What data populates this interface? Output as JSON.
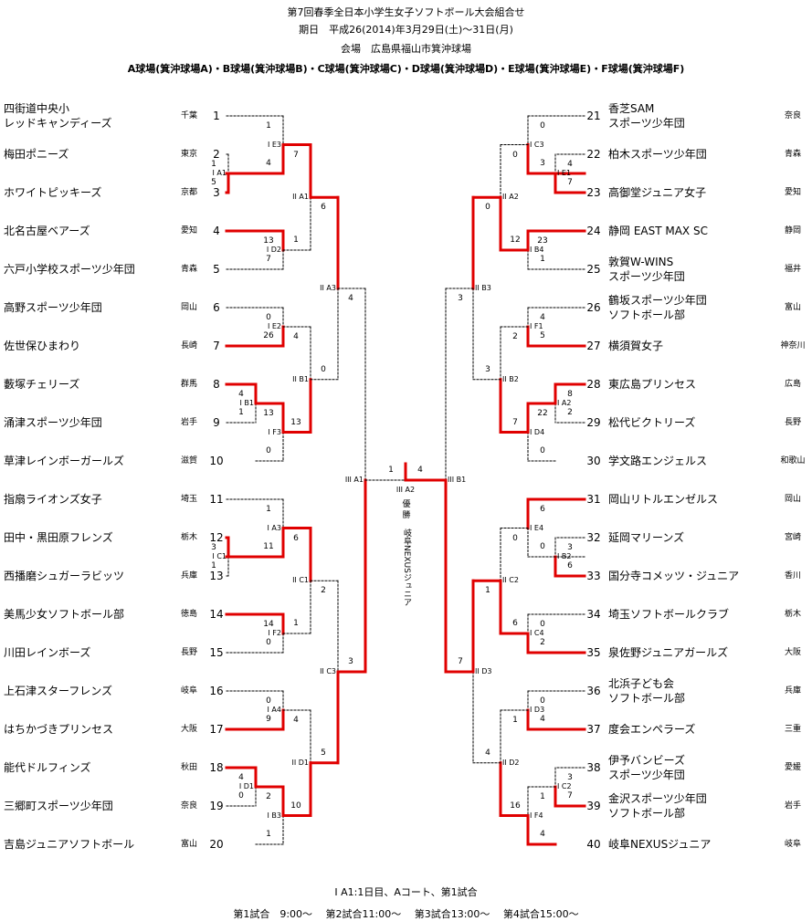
{
  "header": {
    "title": "第7回春季全日本小学生女子ソフトボール大会組合せ",
    "period": "期日　平成26(2014)年3月29日(土)～31日(月)",
    "venue": "会場　広島県福山市箕沖球場",
    "fields": "A球場(箕沖球場A)・B球場(箕沖球場B)・C球場(箕沖球場C)・D球場(箕沖球場D)・E球場(箕沖球場E)・F球場(箕沖球場F)"
  },
  "champion": {
    "label": "優勝",
    "name": "岐阜NEXUSジュニア"
  },
  "teams": [
    {
      "seed": "1",
      "name": "四街道中央小\nレッドキャンディーズ",
      "pref": "千葉"
    },
    {
      "seed": "2",
      "name": "梅田ポニーズ",
      "pref": "東京"
    },
    {
      "seed": "3",
      "name": "ホワイトピッキーズ",
      "pref": "京都"
    },
    {
      "seed": "4",
      "name": "北名古屋ベアーズ",
      "pref": "愛知"
    },
    {
      "seed": "5",
      "name": "六戸小学校スポーツ少年団",
      "pref": "青森"
    },
    {
      "seed": "6",
      "name": "高野スポーツ少年団",
      "pref": "岡山"
    },
    {
      "seed": "7",
      "name": "佐世保ひまわり",
      "pref": "長崎"
    },
    {
      "seed": "8",
      "name": "藪塚チェリーズ",
      "pref": "群馬"
    },
    {
      "seed": "9",
      "name": "涌津スポーツ少年団",
      "pref": "岩手"
    },
    {
      "seed": "10",
      "name": "草津レインボーガールズ",
      "pref": "滋賀"
    },
    {
      "seed": "11",
      "name": "指扇ライオンズ女子",
      "pref": "埼玉"
    },
    {
      "seed": "12",
      "name": "田中・黒田原フレンズ",
      "pref": "栃木"
    },
    {
      "seed": "13",
      "name": "西播磨シュガーラビッツ",
      "pref": "兵庫"
    },
    {
      "seed": "14",
      "name": "美馬少女ソフトボール部",
      "pref": "徳島"
    },
    {
      "seed": "15",
      "name": "川田レインボーズ",
      "pref": "長野"
    },
    {
      "seed": "16",
      "name": "上石津スターフレンズ",
      "pref": "岐阜"
    },
    {
      "seed": "17",
      "name": "はちかづきプリンセス",
      "pref": "大阪"
    },
    {
      "seed": "18",
      "name": "能代ドルフィンズ",
      "pref": "秋田"
    },
    {
      "seed": "19",
      "name": "三郷町スポーツ少年団",
      "pref": "奈良"
    },
    {
      "seed": "20",
      "name": "吉島ジュニアソフトボール",
      "pref": "富山"
    },
    {
      "seed": "21",
      "name": "香芝SAM\nスポーツ少年団",
      "pref": "奈良"
    },
    {
      "seed": "22",
      "name": "柏木スポーツ少年団",
      "pref": "青森"
    },
    {
      "seed": "23",
      "name": "高御堂ジュニア女子",
      "pref": "愛知"
    },
    {
      "seed": "24",
      "name": "静岡 EAST MAX SC",
      "pref": "静岡"
    },
    {
      "seed": "25",
      "name": "敦賀W-WINS\nスポーツ少年団",
      "pref": "福井"
    },
    {
      "seed": "26",
      "name": "鶴坂スポーツ少年団\nソフトボール部",
      "pref": "富山"
    },
    {
      "seed": "27",
      "name": "横須賀女子",
      "pref": "神奈川"
    },
    {
      "seed": "28",
      "name": "東広島プリンセス",
      "pref": "広島"
    },
    {
      "seed": "29",
      "name": "松代ビクトリーズ",
      "pref": "長野"
    },
    {
      "seed": "30",
      "name": "学文路エンジェルス",
      "pref": "和歌山"
    },
    {
      "seed": "31",
      "name": "岡山リトルエンゼルス",
      "pref": "岡山"
    },
    {
      "seed": "32",
      "name": "延岡マリーンズ",
      "pref": "宮崎"
    },
    {
      "seed": "33",
      "name": "国分寺コメッツ・ジュニア",
      "pref": "香川"
    },
    {
      "seed": "34",
      "name": "埼玉ソフトボールクラブ",
      "pref": "栃木"
    },
    {
      "seed": "35",
      "name": "泉佐野ジュニアガールズ",
      "pref": "大阪"
    },
    {
      "seed": "36",
      "name": "北浜子ども会\nソフトボール部",
      "pref": "兵庫"
    },
    {
      "seed": "37",
      "name": "度会エンペラーズ",
      "pref": "三重"
    },
    {
      "seed": "38",
      "name": "伊予バンビーズ\nスポーツ少年団",
      "pref": "愛媛"
    },
    {
      "seed": "39",
      "name": "金沢スポーツ少年団\nソフトボール部",
      "pref": "岩手"
    },
    {
      "seed": "40",
      "name": "岐阜NEXUSジュニア",
      "pref": "岐阜"
    }
  ],
  "matches": [
    {
      "id": "E3",
      "label": "I E3",
      "score_top": "1",
      "score_bottom": "4"
    },
    {
      "id": "A1",
      "label": "I A1",
      "score_top": "1",
      "score_bottom": "5"
    },
    {
      "id": "IIA1",
      "label": "II A1",
      "score_top": "7",
      "score_bottom": "1"
    },
    {
      "id": "D2",
      "label": "I D2",
      "score_top": "13",
      "score_bottom": "7"
    },
    {
      "id": "IIA3",
      "label": "II A3",
      "score_top": "6",
      "score_bottom": "0"
    },
    {
      "id": "E2",
      "label": "I E2",
      "score_top": "0",
      "score_bottom": "26"
    },
    {
      "id": "IIB1",
      "label": "II B1",
      "score_top": "4",
      "score_bottom": "13"
    },
    {
      "id": "B1",
      "label": "I B1",
      "score_top": "4",
      "score_bottom": "1"
    },
    {
      "id": "F3",
      "label": "I F3",
      "score_top": "13",
      "score_bottom": "0"
    },
    {
      "id": "IIIA1",
      "label": "III A1",
      "score_top": "4",
      "score_bottom": "3"
    },
    {
      "id": "A3",
      "label": "I A3",
      "score_top": "1",
      "score_bottom": "11"
    },
    {
      "id": "C1",
      "label": "I C1",
      "score_top": "3",
      "score_bottom": "1"
    },
    {
      "id": "IIC1",
      "label": "II C1",
      "score_top": "6",
      "score_bottom": "1"
    },
    {
      "id": "F2",
      "label": "I F2",
      "score_top": "14",
      "score_bottom": "0"
    },
    {
      "id": "IIC3",
      "label": "II C3",
      "score_top": "2",
      "score_bottom": "5"
    },
    {
      "id": "A4",
      "label": "I A4",
      "score_top": "0",
      "score_bottom": "9"
    },
    {
      "id": "IID1",
      "label": "II D1",
      "score_top": "4",
      "score_bottom": "10"
    },
    {
      "id": "D1",
      "label": "I D1",
      "score_top": "4",
      "score_bottom": "0"
    },
    {
      "id": "B3",
      "label": "I B3",
      "score_top": "2",
      "score_bottom": "1"
    },
    {
      "id": "IIIA2",
      "label": "III A2",
      "score_top": "1",
      "score_bottom": "4"
    },
    {
      "id": "C3",
      "label": "I C3",
      "score_top": "0",
      "score_bottom": "3"
    },
    {
      "id": "E1",
      "label": "I E1",
      "score_top": "4",
      "score_bottom": "7"
    },
    {
      "id": "IIA2",
      "label": "II A2",
      "score_top": "0",
      "score_bottom": "12"
    },
    {
      "id": "B4",
      "label": "I B4",
      "score_top": "23",
      "score_bottom": "1"
    },
    {
      "id": "IIB3",
      "label": "II B3",
      "score_top": "0",
      "score_bottom": "3"
    },
    {
      "id": "F1",
      "label": "I F1",
      "score_top": "4",
      "score_bottom": "5"
    },
    {
      "id": "IIB2",
      "label": "II B2",
      "score_top": "2",
      "score_bottom": "7"
    },
    {
      "id": "A2",
      "label": "I A2",
      "score_top": "8",
      "score_bottom": "2"
    },
    {
      "id": "D4",
      "label": "I D4",
      "score_top": "22",
      "score_bottom": "0"
    },
    {
      "id": "IIIB1",
      "label": "III B1",
      "score_top": "3",
      "score_bottom": "7"
    },
    {
      "id": "E4",
      "label": "I E4",
      "score_top": "6",
      "score_bottom": "0"
    },
    {
      "id": "B2",
      "label": "I B2",
      "score_top": "3",
      "score_bottom": "6"
    },
    {
      "id": "IIC2",
      "label": "II C2",
      "score_top": "0",
      "score_bottom": "6"
    },
    {
      "id": "C4",
      "label": "I C4",
      "score_top": "0",
      "score_bottom": "2"
    },
    {
      "id": "IID3",
      "label": "II D3",
      "score_top": "1",
      "score_bottom": "4"
    },
    {
      "id": "D3",
      "label": "I D3",
      "score_top": "0",
      "score_bottom": "4"
    },
    {
      "id": "IID2",
      "label": "II D2",
      "score_top": "1",
      "score_bottom": "16"
    },
    {
      "id": "C2",
      "label": "I C2",
      "score_top": "3",
      "score_bottom": "7"
    },
    {
      "id": "F4",
      "label": "I F4",
      "score_top": "1",
      "score_bottom": "4"
    }
  ],
  "colors": {
    "win": "#e00000",
    "line": "#000000"
  },
  "footer": {
    "legend": "I A1:1日目、Aコート、第1試合",
    "times": "第1試合　9:00～　 第2試合11:00～　 第3試合13:00～　 第4試合15:00～"
  }
}
